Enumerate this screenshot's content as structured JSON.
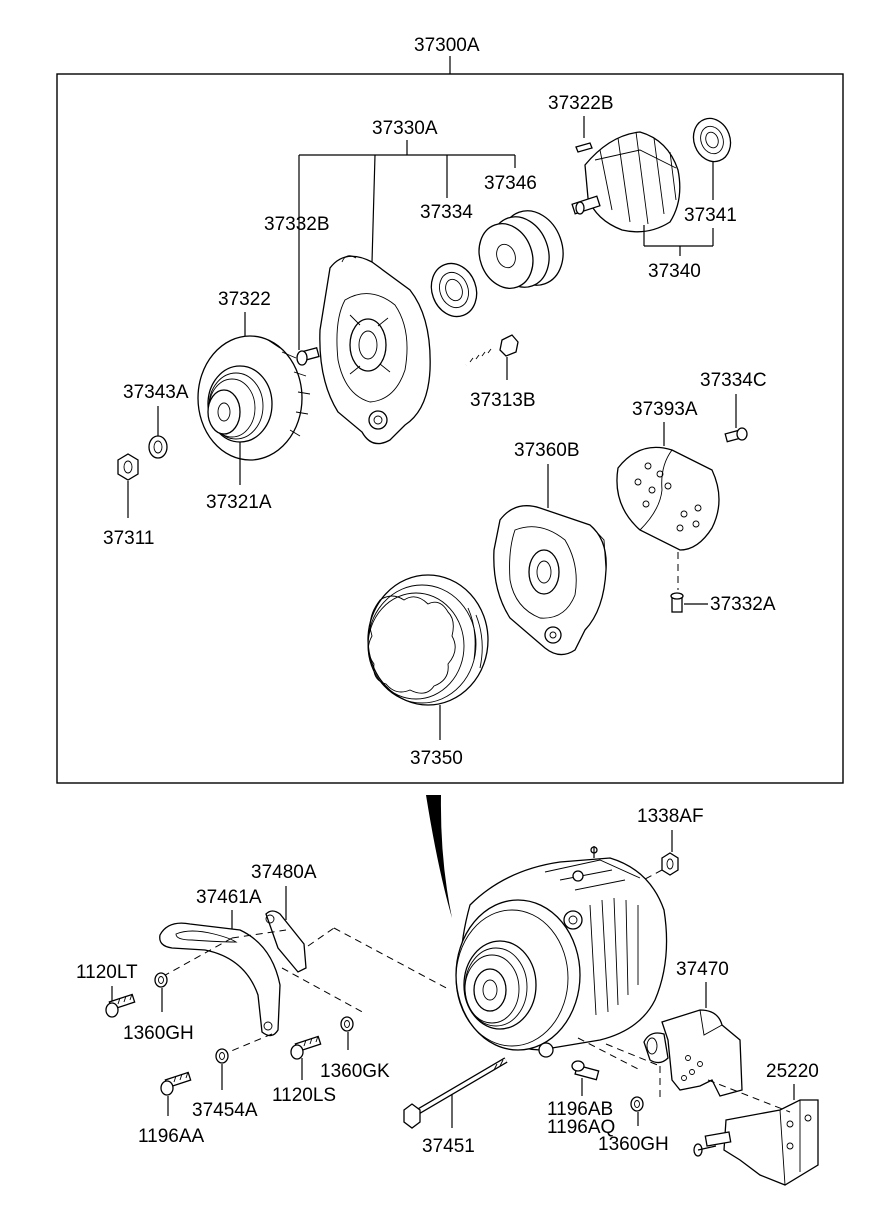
{
  "diagram": {
    "labels": {
      "assembly": "37300A",
      "l37330A": "37330A",
      "l37322B": "37322B",
      "l37346": "37346",
      "l37334": "37334",
      "l37332B": "37332B",
      "l37341": "37341",
      "l37340": "37340",
      "l37322": "37322",
      "l37343A": "37343A",
      "l37313B": "37313B",
      "l37334C": "37334C",
      "l37393A": "37393A",
      "l37360B": "37360B",
      "l37311": "37311",
      "l37321A": "37321A",
      "l37332A": "37332A",
      "l37350": "37350",
      "l1338AF": "1338AF",
      "l37480A": "37480A",
      "l37461A": "37461A",
      "l37470": "37470",
      "l1120LT": "1120LT",
      "l1360GH_left": "1360GH",
      "l1360GK": "1360GK",
      "l1120LS": "1120LS",
      "l37454A": "37454A",
      "l1196AA": "1196AA",
      "l25220": "25220",
      "l1196AB": "1196AB",
      "l1196AQ": "1196AQ",
      "l1360GH_right": "1360GH",
      "l37451": "37451"
    }
  }
}
